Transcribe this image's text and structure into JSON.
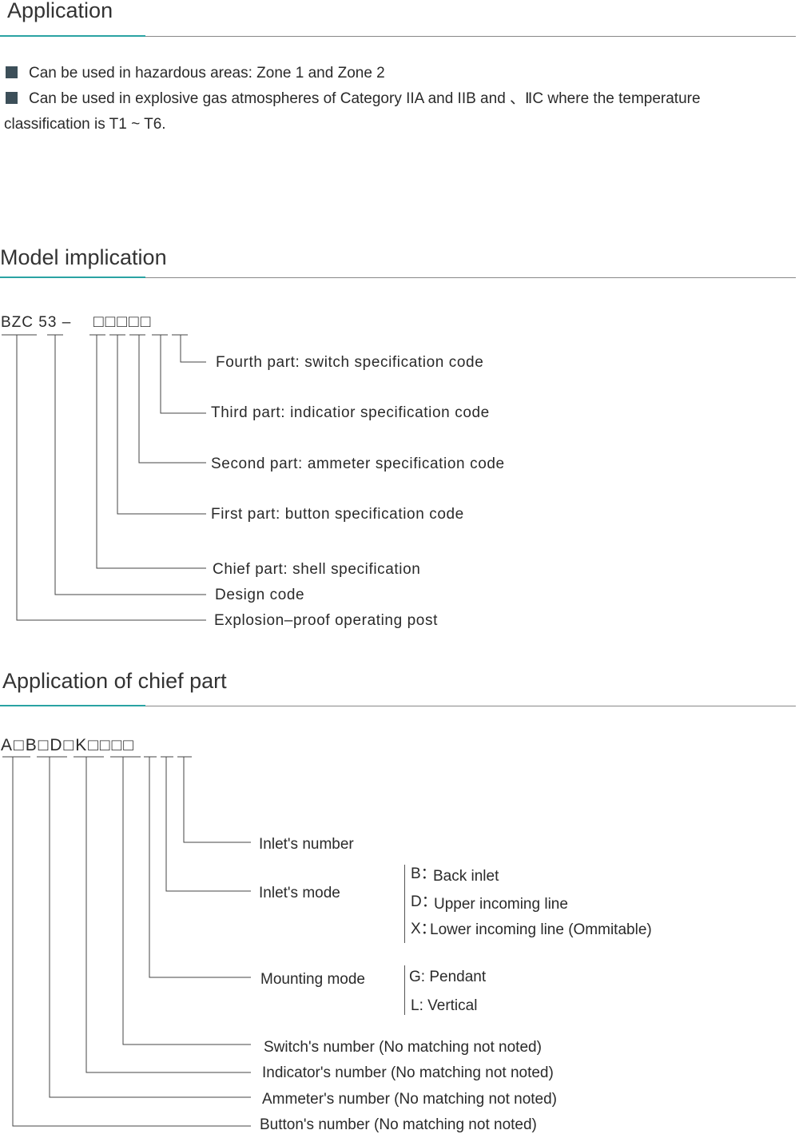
{
  "sections": {
    "application": {
      "title": "Application",
      "bullet_1": "Can be used in hazardous areas: Zone 1 and Zone 2",
      "bullet_2_line_1": "Can be used in explosive gas atmospheres of Category IIA and IIB  and 、ⅡC where the temperature",
      "bullet_2_line_2": "classification is T1 ~ T6."
    },
    "model_implication": {
      "title": "Model implication",
      "code_prefix": "BZC 53 –",
      "code_boxes": "□□□□□",
      "labels": {
        "fourth": "Fourth part: switch specification code",
        "third": "Third part: indicatior specification code",
        "second": "Second part: ammeter specification code",
        "first": "First part: button specification code",
        "chief": "Chief part: shell specification",
        "design": "Design code",
        "explosion": "Explosion–proof operating post"
      }
    },
    "chief_part": {
      "title": "Application of chief part",
      "code": "A□B□D□K□□□□",
      "labels": {
        "inlet_number": "Inlet's number",
        "inlet_mode": "Inlet's mode",
        "mounting_mode": "Mounting mode",
        "switch_number": "Switch's number (No matching not noted)",
        "indicator_number": "Indicator's number (No matching not noted)",
        "ammeter_number": "Ammeter's number (No matching not noted)",
        "button_number": "Button's number  (No matching not noted)"
      },
      "inlet_options": {
        "b_key": "B：",
        "b_value": "Back inlet",
        "d_key": "D：",
        "d_value": "Upper incoming line",
        "x_key": "X：",
        "x_value": "Lower incoming line (Ommitable)"
      },
      "mounting_options": {
        "g": "G: Pendant",
        "l": "L: Vertical"
      }
    }
  },
  "colors": {
    "accent": "#2aa3a3",
    "rule": "#888888",
    "bullet": "#3c4f59",
    "text": "#2a2a2a"
  }
}
